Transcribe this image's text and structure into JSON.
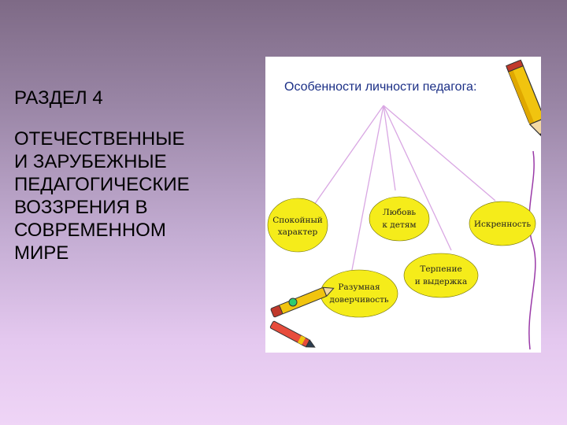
{
  "slide": {
    "section": "РАЗДЕЛ 4",
    "body": "ОТЕЧЕСТВЕННЫЕ\nИ ЗАРУБЕЖНЫЕ\nПЕДАГОГИЧЕСКИЕ\nВОЗЗРЕНИЯ В\nСОВРЕМЕННОМ\nМИРЕ"
  },
  "diagram": {
    "header": "Особенности личности педагога:",
    "nodes": [
      {
        "id": "calm",
        "line1": "Спокойный",
        "line2": "характер"
      },
      {
        "id": "love",
        "line1": "Любовь",
        "line2": "к детям"
      },
      {
        "id": "sincerity",
        "line1": "Искренность",
        "line2": ""
      },
      {
        "id": "patience",
        "line1": "Терпение",
        "line2": "и выдержка"
      },
      {
        "id": "trust",
        "line1": "Разумная",
        "line2": "доверчивость"
      }
    ]
  },
  "colors": {
    "bubble": "#f5ec1a",
    "connector": "#d9a7e3",
    "header": "#1b2f86",
    "background_top": "#7e6a86",
    "background_bottom": "#efd5f6"
  },
  "icons": [
    "pencil-icon",
    "pens-icon"
  ]
}
